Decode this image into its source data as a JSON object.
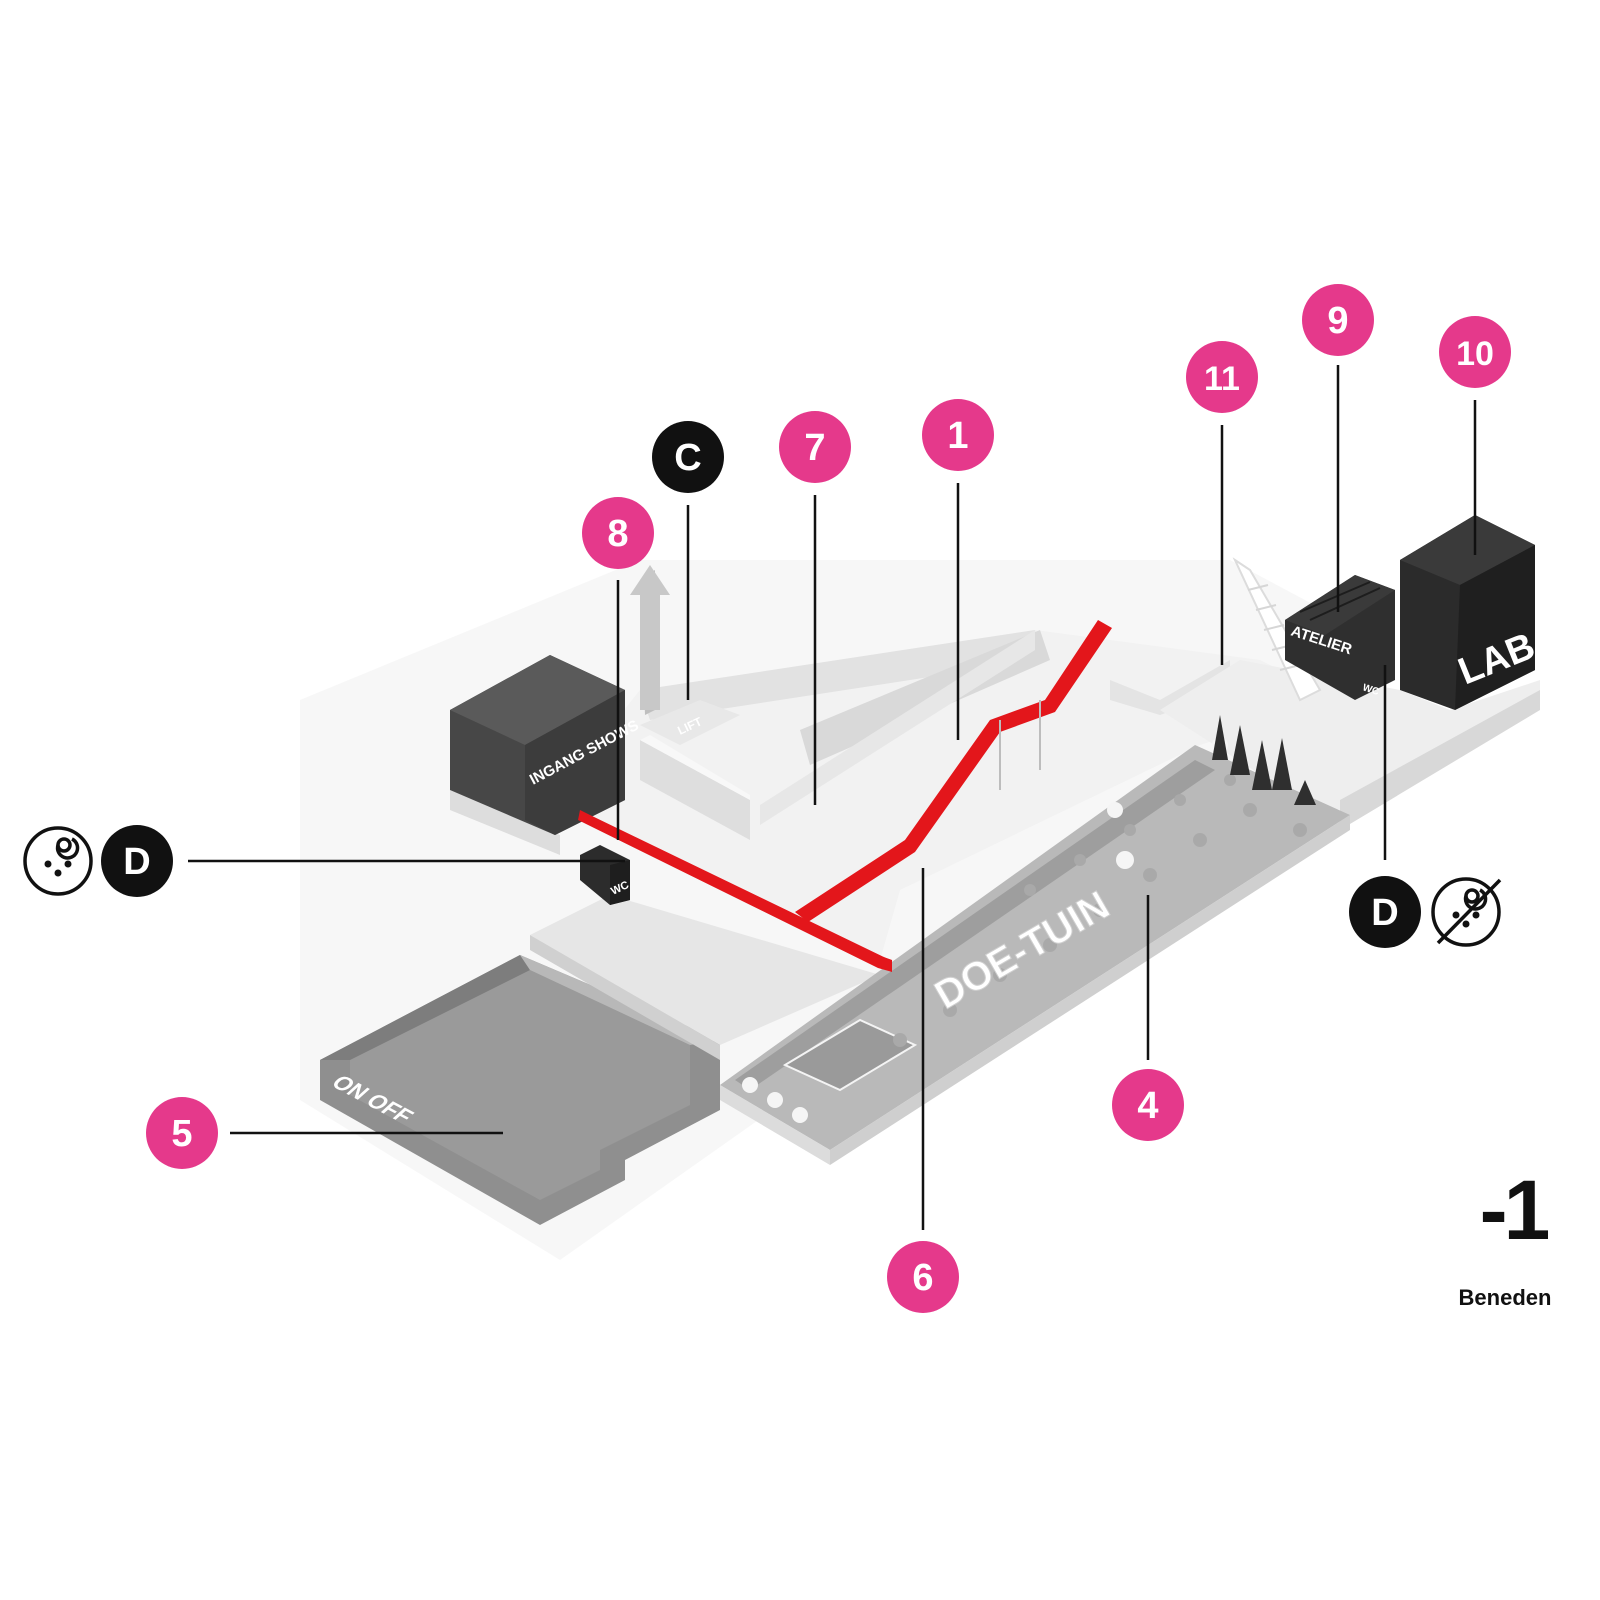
{
  "floor": {
    "number": "-1",
    "name": "Beneden"
  },
  "colors": {
    "pin": "#e5398b",
    "route": "#e3161b",
    "dark": "#111111",
    "building": "#3b3b3b",
    "floor": "#efefef"
  },
  "pins": [
    {
      "id": "1",
      "label": "1"
    },
    {
      "id": "4",
      "label": "4"
    },
    {
      "id": "5",
      "label": "5"
    },
    {
      "id": "6",
      "label": "6"
    },
    {
      "id": "7",
      "label": "7"
    },
    {
      "id": "8",
      "label": "8"
    },
    {
      "id": "9",
      "label": "9"
    },
    {
      "id": "10",
      "label": "10"
    },
    {
      "id": "11",
      "label": "11"
    }
  ],
  "markers": {
    "c": "C",
    "d_left": "D",
    "d_right": "D"
  },
  "icons": {
    "baby_changing": "baby-changing-icon",
    "no_baby_changing": "no-baby-changing-icon"
  },
  "labels": {
    "ingang_shows": "INGANG SHOWS",
    "lift": "LIFT",
    "wc_left": "WC",
    "wc_right": "WC",
    "atelier": "ATELIER",
    "lab": "LAB",
    "doe_tuin": "DOE-TUIN",
    "on_off": "ON OFF"
  }
}
